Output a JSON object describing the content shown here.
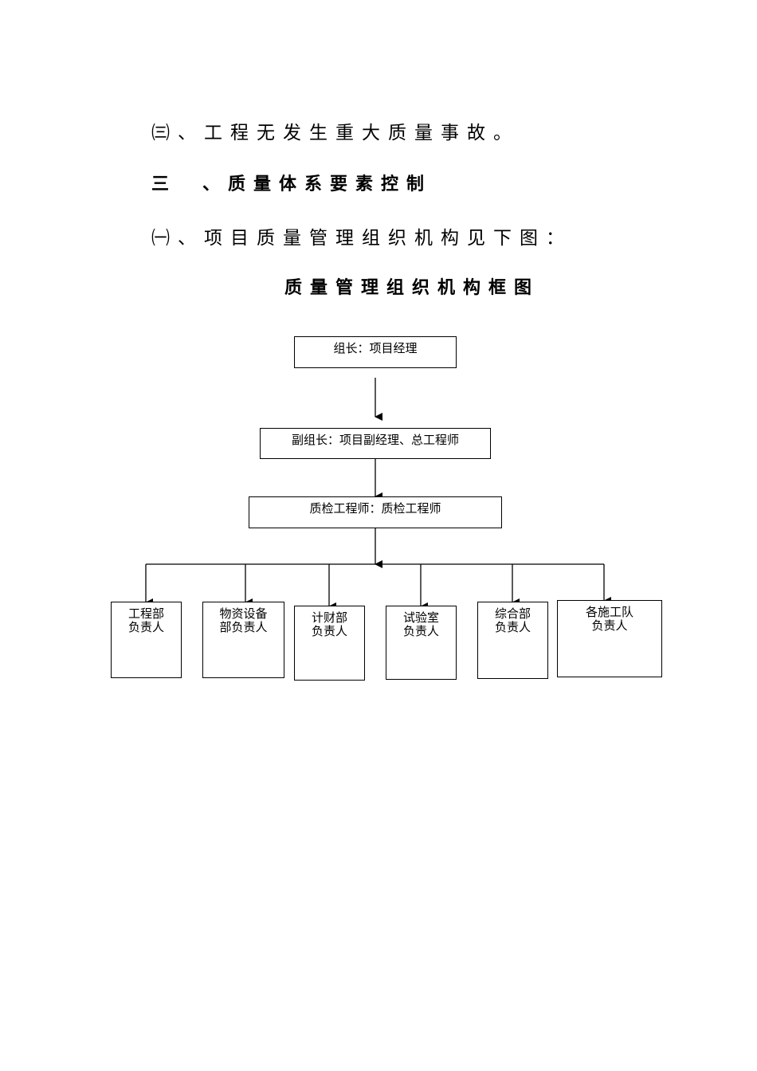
{
  "document": {
    "line_item_3": "㈢、工程无发生重大质量事故。",
    "section_3": "三　、质量体系要素控制",
    "line_item_1": "㈠、项目质量管理组织机构见下图：",
    "chart_title": "质量管理组织机构框图"
  },
  "org_chart": {
    "leader": "组长：项目经理",
    "deputy": "副组长：项目副经理、总工程师",
    "inspector": "质检工程师：质检工程师",
    "departments": [
      {
        "line1": "工程部",
        "line2": "负责人"
      },
      {
        "line1": "物资设备",
        "line2": "部负责人"
      },
      {
        "line1": "计财部",
        "line2": "负责人"
      },
      {
        "line1": "试验室",
        "line2": "负责人"
      },
      {
        "line1": "综合部",
        "line2": "负责人"
      },
      {
        "line1": "各施工队",
        "line2": "负责人"
      }
    ]
  }
}
